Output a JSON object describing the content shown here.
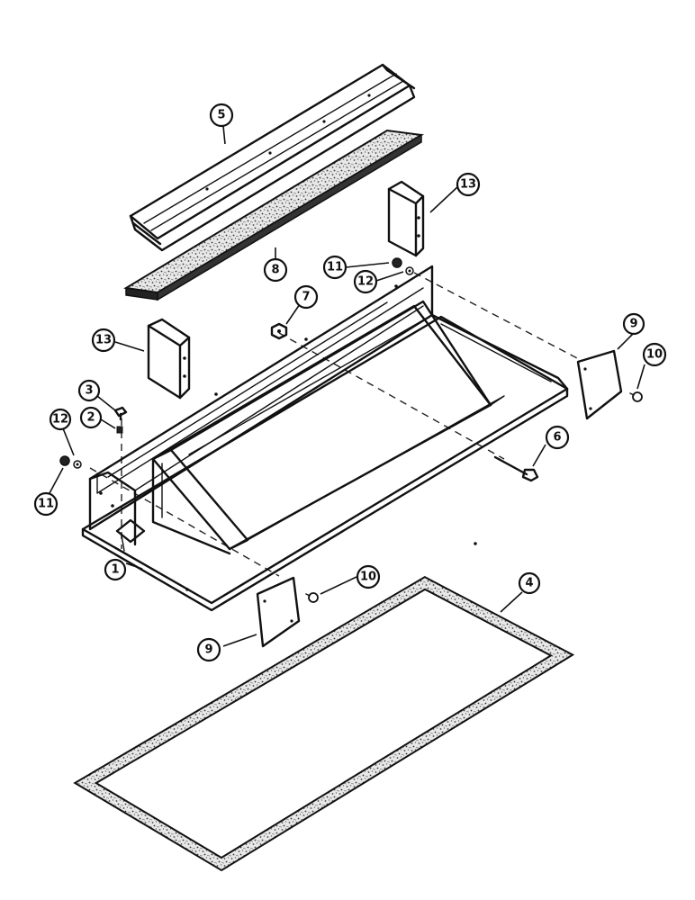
{
  "callouts": {
    "c1": "1",
    "c2": "2",
    "c3": "3",
    "c4": "4",
    "c5": "5",
    "c6": "6",
    "c7": "7",
    "c8": "8",
    "c9a": "9",
    "c9b": "9",
    "c10a": "10",
    "c10b": "10",
    "c11a": "11",
    "c11b": "11",
    "c12a": "12",
    "c12b": "12",
    "c13a": "13",
    "c13b": "13"
  }
}
